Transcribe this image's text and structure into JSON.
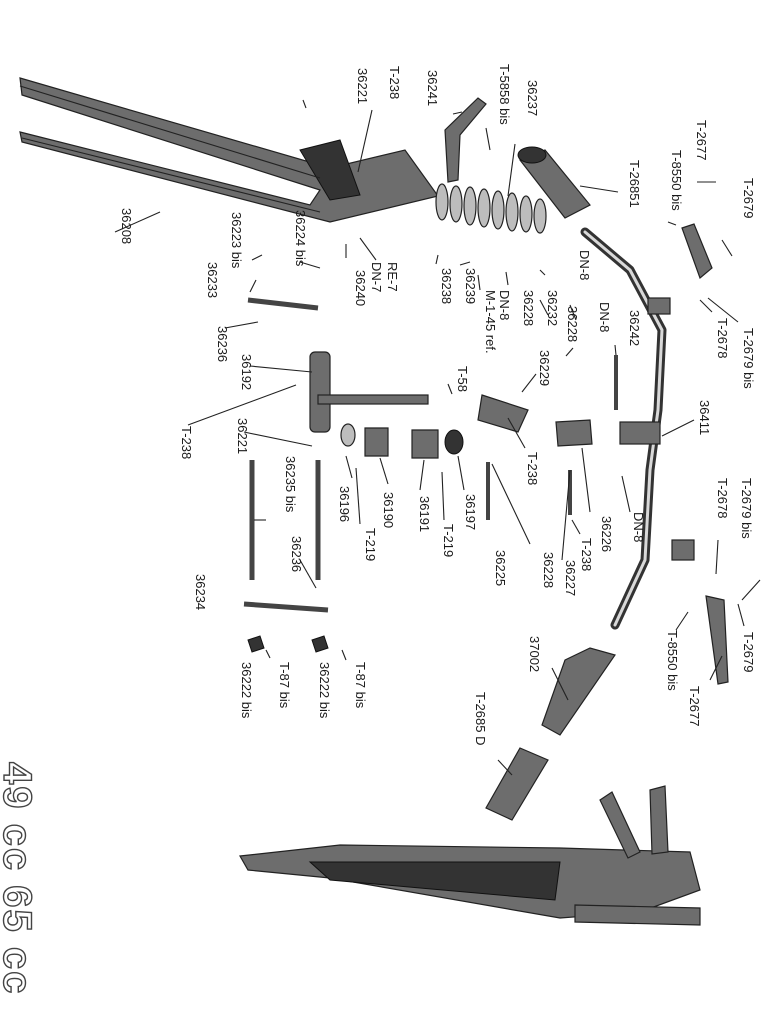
{
  "labels": {
    "l36221a": "36221",
    "l238a": "T-238",
    "l36241": "36241",
    "l5858": "T-5858 bis",
    "l36237": "36237",
    "l2677a": "T-2677",
    "l8550a": "T-8550 bis",
    "l2679a": "T-2679",
    "l26851": "T-26851",
    "l36208": "36208",
    "l36224": "36224 bis",
    "l36223": "36223 bis",
    "l36233": "36233",
    "lre7": "RE-7",
    "ldn7": "DN-7",
    "l36240": "36240",
    "l36238": "36238",
    "l36239": "36239",
    "lm145": "M-1-45 ref.",
    "ldn8c": "DN-8",
    "l36228a": "36228",
    "ldn8a": "DN-8",
    "l36232": "36232",
    "ldn8b": "DN-8",
    "l36228b": "36228",
    "l36242": "36242",
    "l2679b": "T-2679 bis",
    "l2678a": "T-2678",
    "l36236a": "36236",
    "l36192": "36192",
    "l238b": "T-238",
    "lt58": "T-58",
    "l36229": "36229",
    "l36411": "36411",
    "l36221b": "36221",
    "l36235": "36235 bis",
    "l36196": "36196",
    "l219a": "T-219",
    "l36190": "36190",
    "l36191": "36191",
    "l219b": "T-219",
    "l36197": "36197",
    "l238c": "T-238",
    "l36226": "36226",
    "ldn8d": "DN-8",
    "l2679c": "T-2679 bis",
    "l2678b": "T-2678",
    "l36236b": "36236",
    "l36225": "36225",
    "l36228c": "36228",
    "l36227": "36227",
    "l238d": "T-238",
    "l36234": "36234",
    "l37002": "37002",
    "l8550b": "T-8550 bis",
    "l2677b": "T-2677",
    "l2679d": "T-2679",
    "l2685": "T-2685 D",
    "l87a": "T-87 bis",
    "l87b": "T-87 bis",
    "l36222a": "36222 bis",
    "l36222b": "36222 bis"
  },
  "model_title": "49 cc   65 cc",
  "colors": {
    "ink": "#1a1a1a",
    "part_grey": "#6d6d6d",
    "paper": "#ffffff"
  }
}
